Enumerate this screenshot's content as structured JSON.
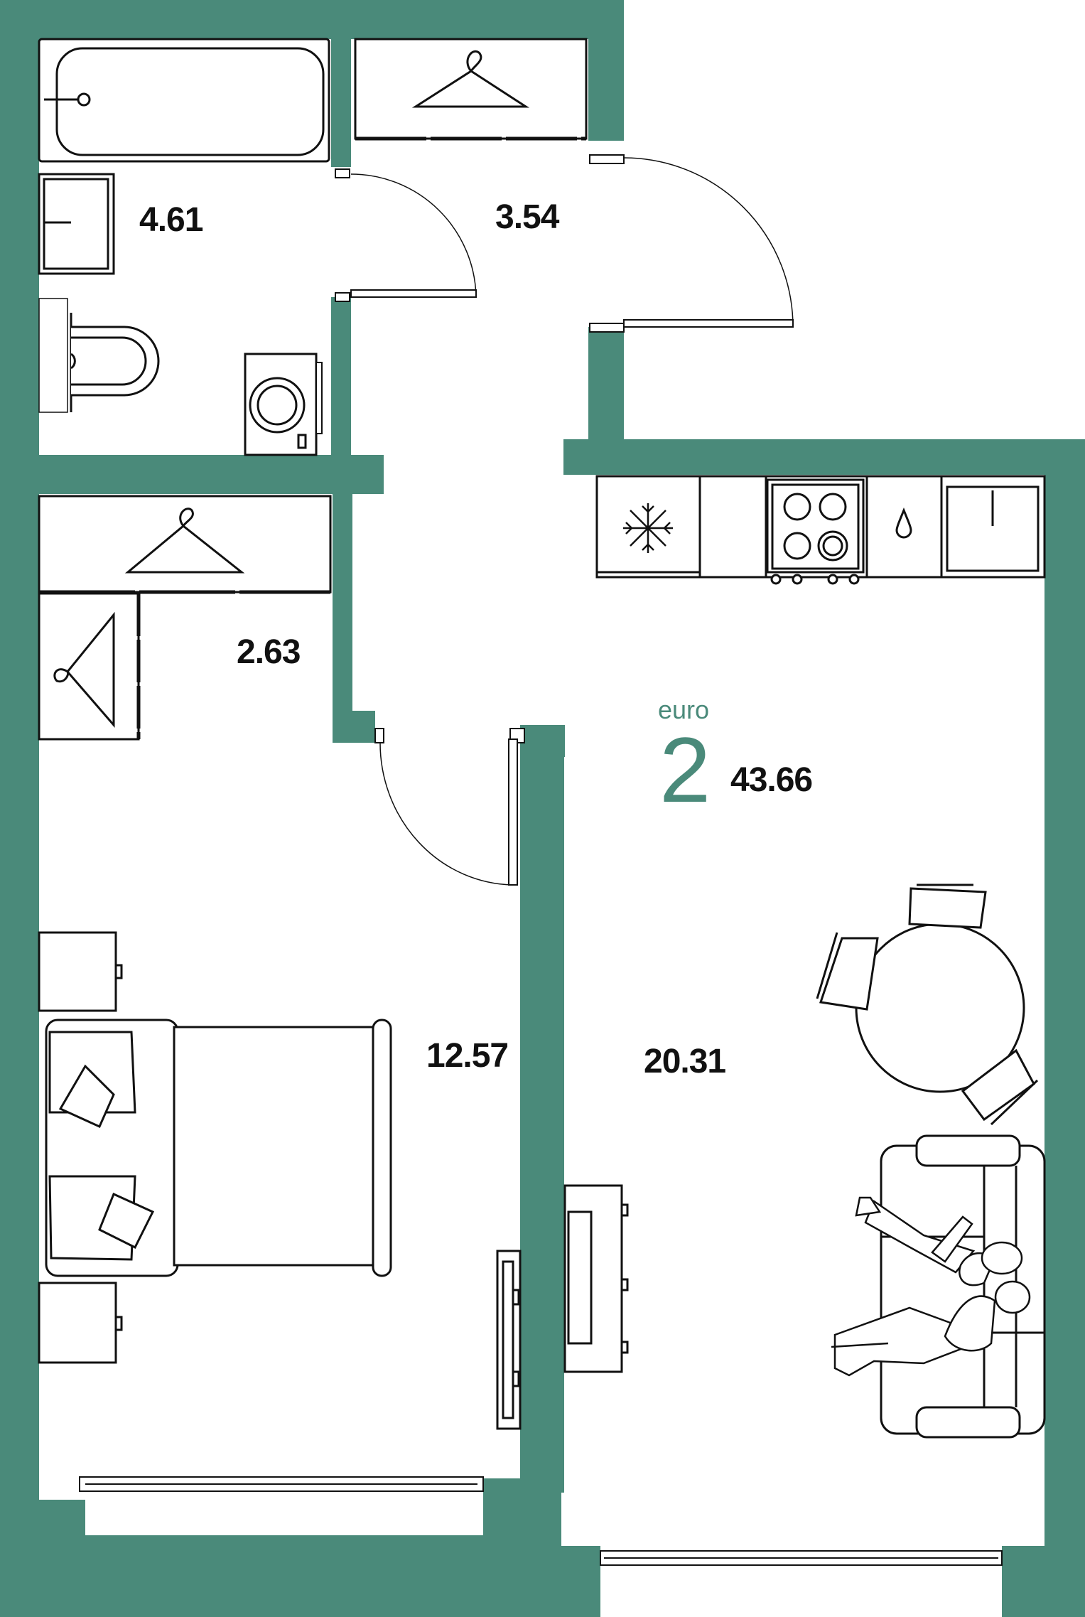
{
  "plan": {
    "type_label": "euro",
    "rooms_count": "2",
    "total_area": "43.66",
    "wall_color": "#4a8a7a",
    "line_color": "#111111"
  },
  "rooms": {
    "bathroom": "4.61",
    "hallway": "3.54",
    "wardrobe": "2.63",
    "bedroom": "12.57",
    "kitchen_living": "20.31"
  },
  "icons": [
    "bathtub-icon",
    "sink-icon",
    "toilet-icon",
    "washing-machine-icon",
    "hanger-icon",
    "snowflake-icon",
    "stove-icon",
    "water-drop-icon",
    "kitchen-sink-icon",
    "bed-icon",
    "pillow-icon",
    "nightstand-icon",
    "tv-icon",
    "dining-table-icon",
    "chair-icon",
    "sofa-icon",
    "people-icon",
    "window-icon",
    "door-icon"
  ]
}
